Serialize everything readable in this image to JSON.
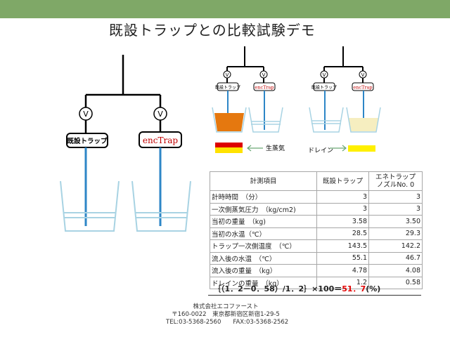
{
  "title": "既設トラップとの比較試験デモ",
  "diagram": {
    "main_existing_label": "既設トラップ",
    "main_enetrap_label": "encTrap",
    "valve_symbol": "V",
    "small_existing_label": "既設トラップ",
    "small_enetrap_label": "encTrap",
    "steam_label": "生蒸気",
    "drain_label": "ドレイン",
    "colors": {
      "pipe_blue": "#2d86c7",
      "tank_blue": "#a8d3e3",
      "steam_orange": "#e5780f",
      "drain_cream": "#f6eec0",
      "steam_red": "#dd0000",
      "steam_yellow": "#ffe200",
      "drain_yellow": "#fff000",
      "arrow_green": "#6aa775",
      "header_green": "#7fa867"
    }
  },
  "table": {
    "header": [
      "計測項目",
      "既設トラップ",
      "エネトラップ",
      "ノズルNo. 0"
    ],
    "rows": [
      [
        "計時時間　（分）",
        "3",
        "3"
      ],
      [
        "一次側蒸気圧力　（kg/cm2)",
        "3",
        "3"
      ],
      [
        "当初の重量　（kg)",
        "3.58",
        "3.50"
      ],
      [
        "当初の水温（℃）",
        "28.5",
        "29.3"
      ],
      [
        "トラップ一次側温度　（℃）",
        "143.5",
        "142.2"
      ],
      [
        "流入後の水温　（℃）",
        "55.1",
        "46.7"
      ],
      [
        "流入後の重量　（kg）",
        "4.78",
        "4.08"
      ],
      [
        "ドレインの重量　（kg）",
        "1.2",
        "0.58"
      ]
    ]
  },
  "formula": {
    "expression": "｛（1．2－0．58）/1．2｝×100＝",
    "result": "51．7",
    "unit": "(%)"
  },
  "footer": {
    "company": "株式会社エコファースト",
    "address": "〒160-0022　東京都新宿区新宿1-29-5",
    "contact": "TEL:03-5368-2560　　FAX:03-5368-2562"
  }
}
